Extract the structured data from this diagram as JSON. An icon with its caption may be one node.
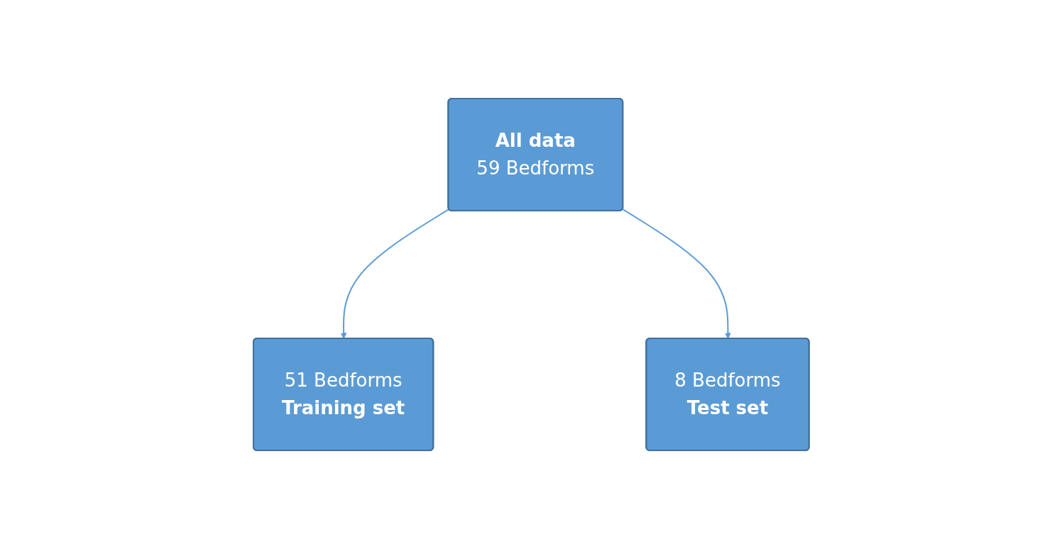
{
  "diagram": {
    "nodes": [
      {
        "text": [
          "All data",
          "59 Bedforms"
        ]
      },
      {
        "text": [
          "51 Bedforms",
          "Training set"
        ]
      },
      {
        "text": [
          "8 Bedforms",
          "Test set"
        ]
      }
    ],
    "edges": [
      {
        "from": 0,
        "to": 1,
        "arrow": "to"
      },
      {
        "from": 0,
        "to": 2,
        "arrow": "to"
      }
    ]
  }
}
